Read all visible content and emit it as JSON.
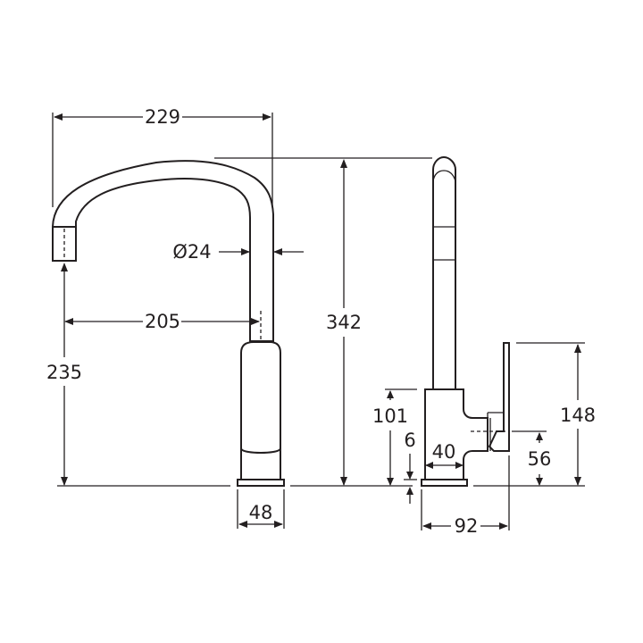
{
  "drawing": {
    "subject": "Kitchen mixer tap technical drawing",
    "views": [
      "front",
      "side"
    ],
    "line_color": "#231f20",
    "background": "#ffffff"
  },
  "dimensions": {
    "spout_reach_overall": "229",
    "spout_diameter": "Ø24",
    "spout_reach_to_centre": "205",
    "spout_outlet_height": "235",
    "overall_height": "342",
    "base_width_front": "48",
    "body_height": "101",
    "base_plate_thickness": "6",
    "body_width": "40",
    "lever_height": "148",
    "lever_axis_height": "56",
    "overall_depth": "92"
  }
}
